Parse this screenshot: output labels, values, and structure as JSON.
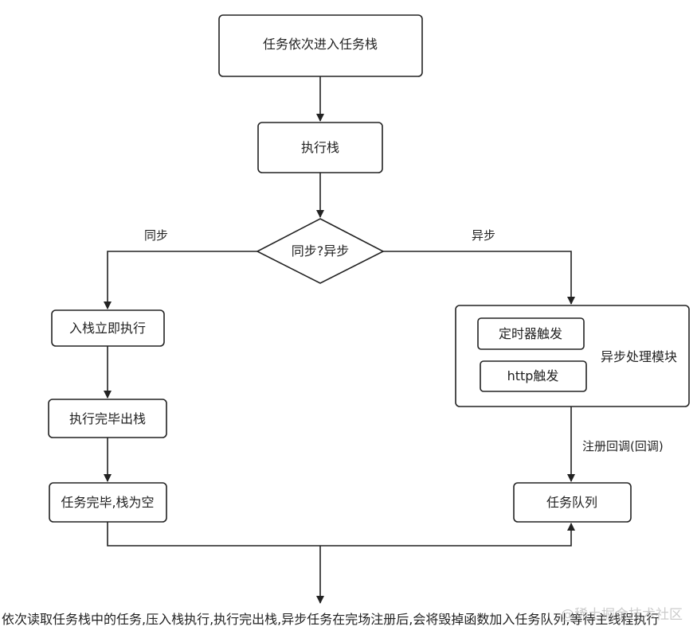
{
  "nodes": {
    "push_stack": "任务依次进入任务栈",
    "exec_stack": "执行栈",
    "decision": "同步?异步",
    "run_now": "入栈立即执行",
    "pop_stack": "执行完毕出栈",
    "stack_empty": "任务完毕,栈为空",
    "timer": "定时器触发",
    "http": "http触发",
    "async_module": "异步处理模块",
    "task_queue": "任务队列"
  },
  "edges": {
    "sync": "同步",
    "async": "异步",
    "register_callback": "注册回调(回调)"
  },
  "caption": "依次读取任务栈中的任务,压入栈执行,执行完出栈,异步任务在完场注册后,会将毁掉函数加入任务队列,等待主线程执行",
  "watermark": "@稀土掘金技术社区"
}
